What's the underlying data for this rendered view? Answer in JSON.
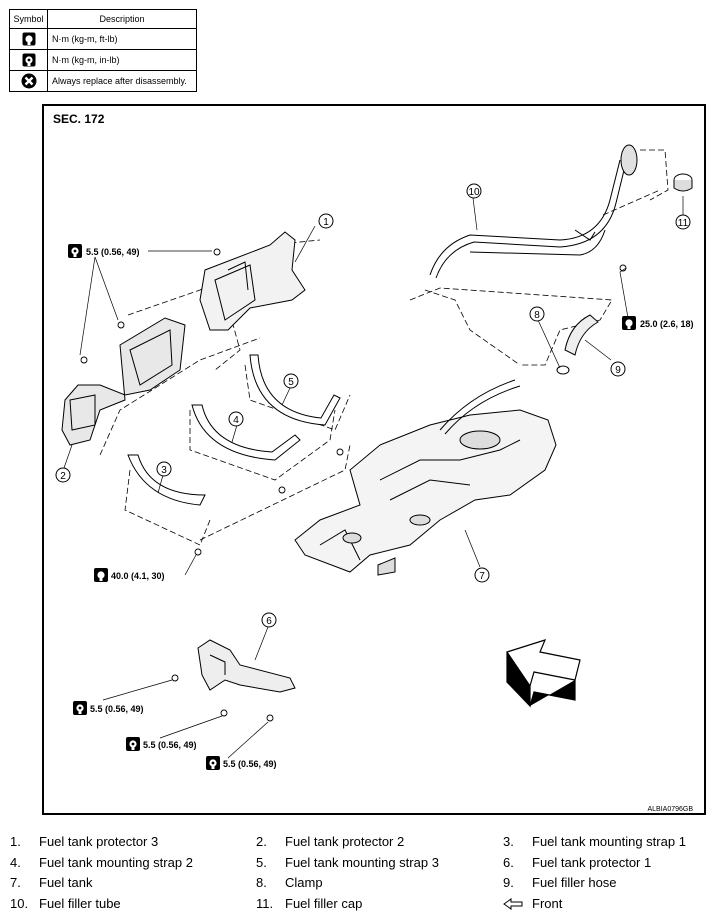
{
  "legend": {
    "header_symbol": "Symbol",
    "header_description": "Description",
    "rows": [
      {
        "icon": "torque-wrench-icon",
        "description": "N·m (kg-m, ft-lb)"
      },
      {
        "icon": "torque-wrench-inlb-icon",
        "description": "N·m (kg-m, in-lb)"
      },
      {
        "icon": "always-replace-icon",
        "description": "Always replace after disassembly."
      }
    ]
  },
  "diagram": {
    "section_label": "SEC. 172",
    "code": "ALBIA0796GB",
    "callouts": [
      "1",
      "2",
      "3",
      "4",
      "5",
      "6",
      "7",
      "8",
      "9",
      "10",
      "11"
    ],
    "torques": {
      "protector2_upper": "5.5 (0.56, 49)",
      "tank_strap_bolt": "40.0 (4.1, 30)",
      "filler_bolt": "25.0 (2.6, 18)",
      "protector1_a": "5.5 (0.56, 49)",
      "protector1_b": "5.5 (0.56, 49)",
      "protector1_c": "5.5 (0.56, 49)"
    }
  },
  "parts": [
    {
      "num": "1.",
      "name": "Fuel tank protector 3"
    },
    {
      "num": "2.",
      "name": "Fuel tank protector 2"
    },
    {
      "num": "3.",
      "name": "Fuel tank mounting strap 1"
    },
    {
      "num": "4.",
      "name": "Fuel tank mounting strap 2"
    },
    {
      "num": "5.",
      "name": "Fuel tank mounting strap 3"
    },
    {
      "num": "6.",
      "name": "Fuel tank protector 1"
    },
    {
      "num": "7.",
      "name": "Fuel tank"
    },
    {
      "num": "8.",
      "name": "Clamp"
    },
    {
      "num": "9.",
      "name": "Fuel filler hose"
    },
    {
      "num": "10.",
      "name": "Fuel filler tube"
    },
    {
      "num": "11.",
      "name": "Fuel filler cap"
    }
  ],
  "front_label": "Front"
}
